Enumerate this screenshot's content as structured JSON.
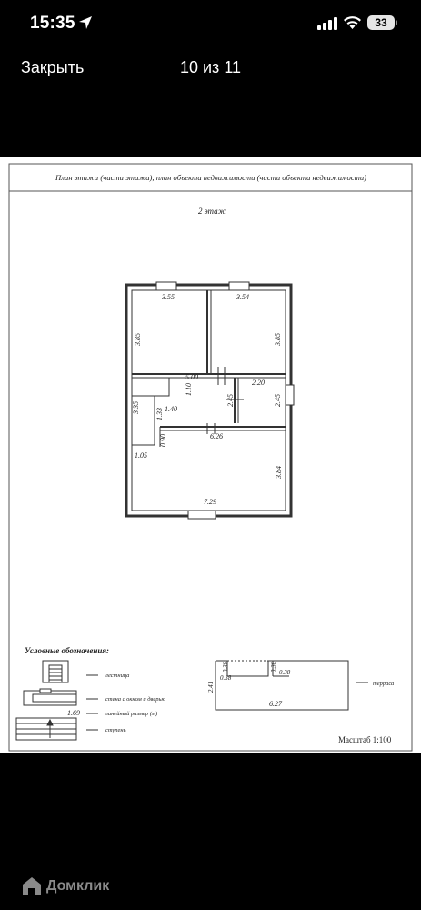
{
  "status_bar": {
    "time": "15:35",
    "battery": "33"
  },
  "nav": {
    "close_label": "Закрыть",
    "counter": "10 из 11"
  },
  "plan": {
    "header": "План этажа (части этажа), план объекта недвижимости (части объекта недвижимости)",
    "floor_label": "2 этаж",
    "dims": {
      "room1_width": "3.55",
      "room2_width": "3.54",
      "room1_height": "3.85",
      "room2_height": "3.85",
      "corridor_width": "5.00",
      "bath_width": "2.20",
      "left_side": "3.35",
      "stair_depth": "1.10",
      "stair_width": "1.40",
      "stair_h": "1.33",
      "hall_door": "2.45",
      "bath_height": "2.45",
      "step_a": "0.90",
      "hall_width": "6.26",
      "step_b": "1.05",
      "hall_height": "3.84",
      "bottom_width": "7.29"
    },
    "legend": {
      "title": "Условные обозначения:",
      "stairs": "лестница",
      "wall": "стена с окном и дверью",
      "dim_value": "1.69",
      "dim_label": "линейный размер (м)",
      "step": "ступень"
    },
    "terrace": {
      "label": "терраса",
      "height": "2.41",
      "notch_a1": "0.38",
      "notch_a2": "0.38",
      "notch_b1": "0.38",
      "notch_b2": "0.38",
      "width": "6.27"
    },
    "scale": "Масштаб 1:100"
  },
  "footer": {
    "logo_text": "Домклик"
  }
}
